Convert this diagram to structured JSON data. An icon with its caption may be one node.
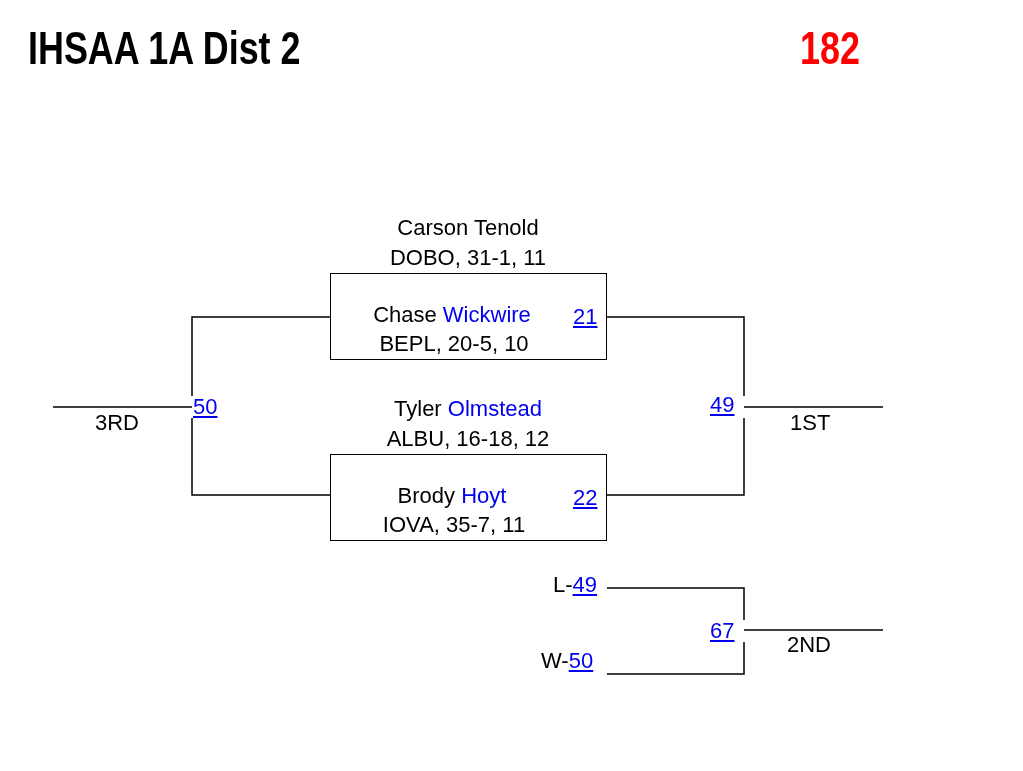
{
  "diagram": {
    "title": "IHSAA 1A Dist 2",
    "nodes": [
      {
        "text": [
          "Carson Tenold",
          "DOBO, 31-1, 11",
          "Chase Wickwire",
          "BEPL, 20-5, 10",
          "21"
        ]
      },
      {
        "text": [
          "Tyler Olmstead",
          "ALBU, 16-18, 12",
          "Brody Hoyt",
          "IOVA, 35-7, 11",
          "22"
        ]
      },
      {
        "text": [
          "50"
        ]
      },
      {
        "text": [
          "3RD"
        ]
      },
      {
        "text": [
          "49"
        ]
      },
      {
        "text": [
          "1ST"
        ]
      },
      {
        "text": [
          "L-49"
        ]
      },
      {
        "text": [
          "W-50"
        ]
      },
      {
        "text": [
          "67"
        ]
      },
      {
        "text": [
          "2ND"
        ]
      }
    ],
    "edges": [
      {
        "from": 0,
        "to": 2,
        "arrow": "none"
      },
      {
        "from": 1,
        "to": 2,
        "arrow": "none"
      },
      {
        "from": 2,
        "to": 3,
        "arrow": "none"
      },
      {
        "from": 0,
        "to": 4,
        "arrow": "none"
      },
      {
        "from": 1,
        "to": 4,
        "arrow": "none"
      },
      {
        "from": 4,
        "to": 5,
        "arrow": "none"
      },
      {
        "from": 6,
        "to": 8,
        "arrow": "none"
      },
      {
        "from": 7,
        "to": 8,
        "arrow": "none"
      },
      {
        "from": 8,
        "to": 9,
        "arrow": "none"
      }
    ],
    "labels": [
      "182"
    ]
  }
}
